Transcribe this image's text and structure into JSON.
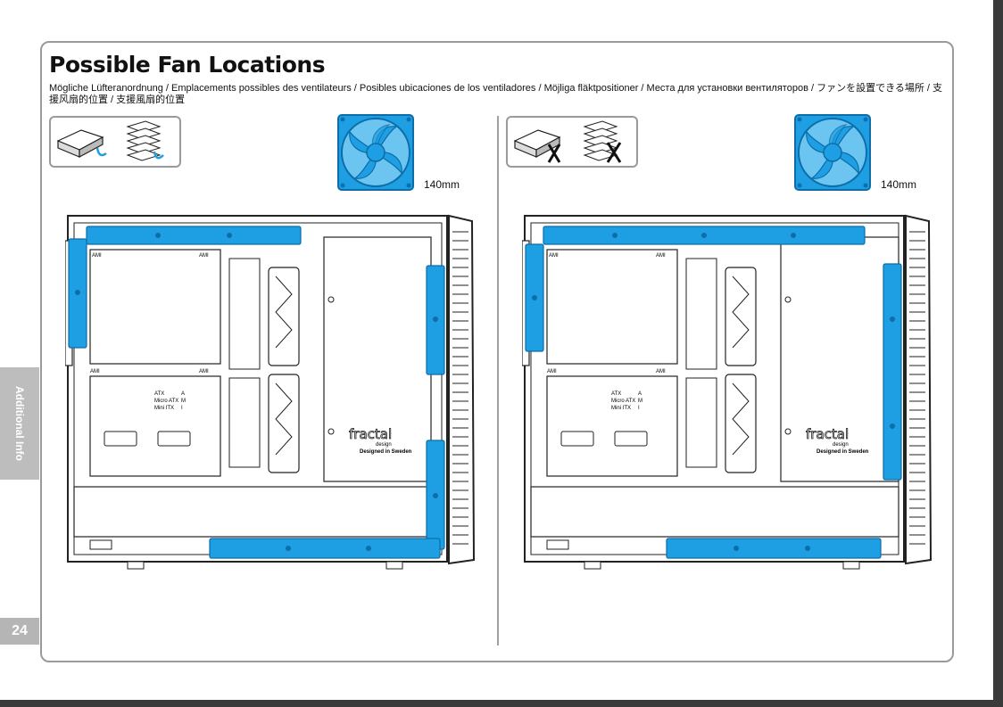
{
  "page": {
    "title": "Possible Fan Locations",
    "subtitle": "Mögliche Lüfteranordnung / Emplacements possibles des ventilateurs / Posibles ubicaciones de los ventiladores / Möjliga fläktpositioner / Места для установки вентиляторов / ファンを設置できる場所 / 支援风扇的位置 / 支援風扇的位置",
    "side_tab": "Additional Info",
    "page_number": "24"
  },
  "panels": [
    {
      "fan_size": "140mm",
      "drive_cages": "installed",
      "marks": "check",
      "cage_case_text": {
        "brand": "fractal",
        "brand_sub": "design",
        "designed_in": "Designed in Sweden"
      },
      "mobo_labels": {
        "ami": "AMI",
        "atx": "ATX",
        "micro_atx": "Micro ATX",
        "mini_itx": "Mini ITX",
        "a": "A",
        "m": "M",
        "i": "I"
      }
    },
    {
      "fan_size": "140mm",
      "drive_cages": "removed",
      "marks": "cross",
      "cage_case_text": {
        "brand": "fractal",
        "brand_sub": "design",
        "designed_in": "Designed in Sweden"
      },
      "mobo_labels": {
        "ami": "AMI",
        "atx": "ATX",
        "micro_atx": "Micro ATX",
        "mini_itx": "Mini ITX",
        "a": "A",
        "m": "M",
        "i": "I"
      }
    }
  ],
  "colors": {
    "fan_blue": "#1f9fe3",
    "fan_blue_dark": "#0c6da8",
    "line": "#222222",
    "frame": "#9a9a9a"
  },
  "icons": [
    "drive-bay-icon",
    "drive-cage-icon",
    "check-icon",
    "cross-icon",
    "fan-icon"
  ]
}
